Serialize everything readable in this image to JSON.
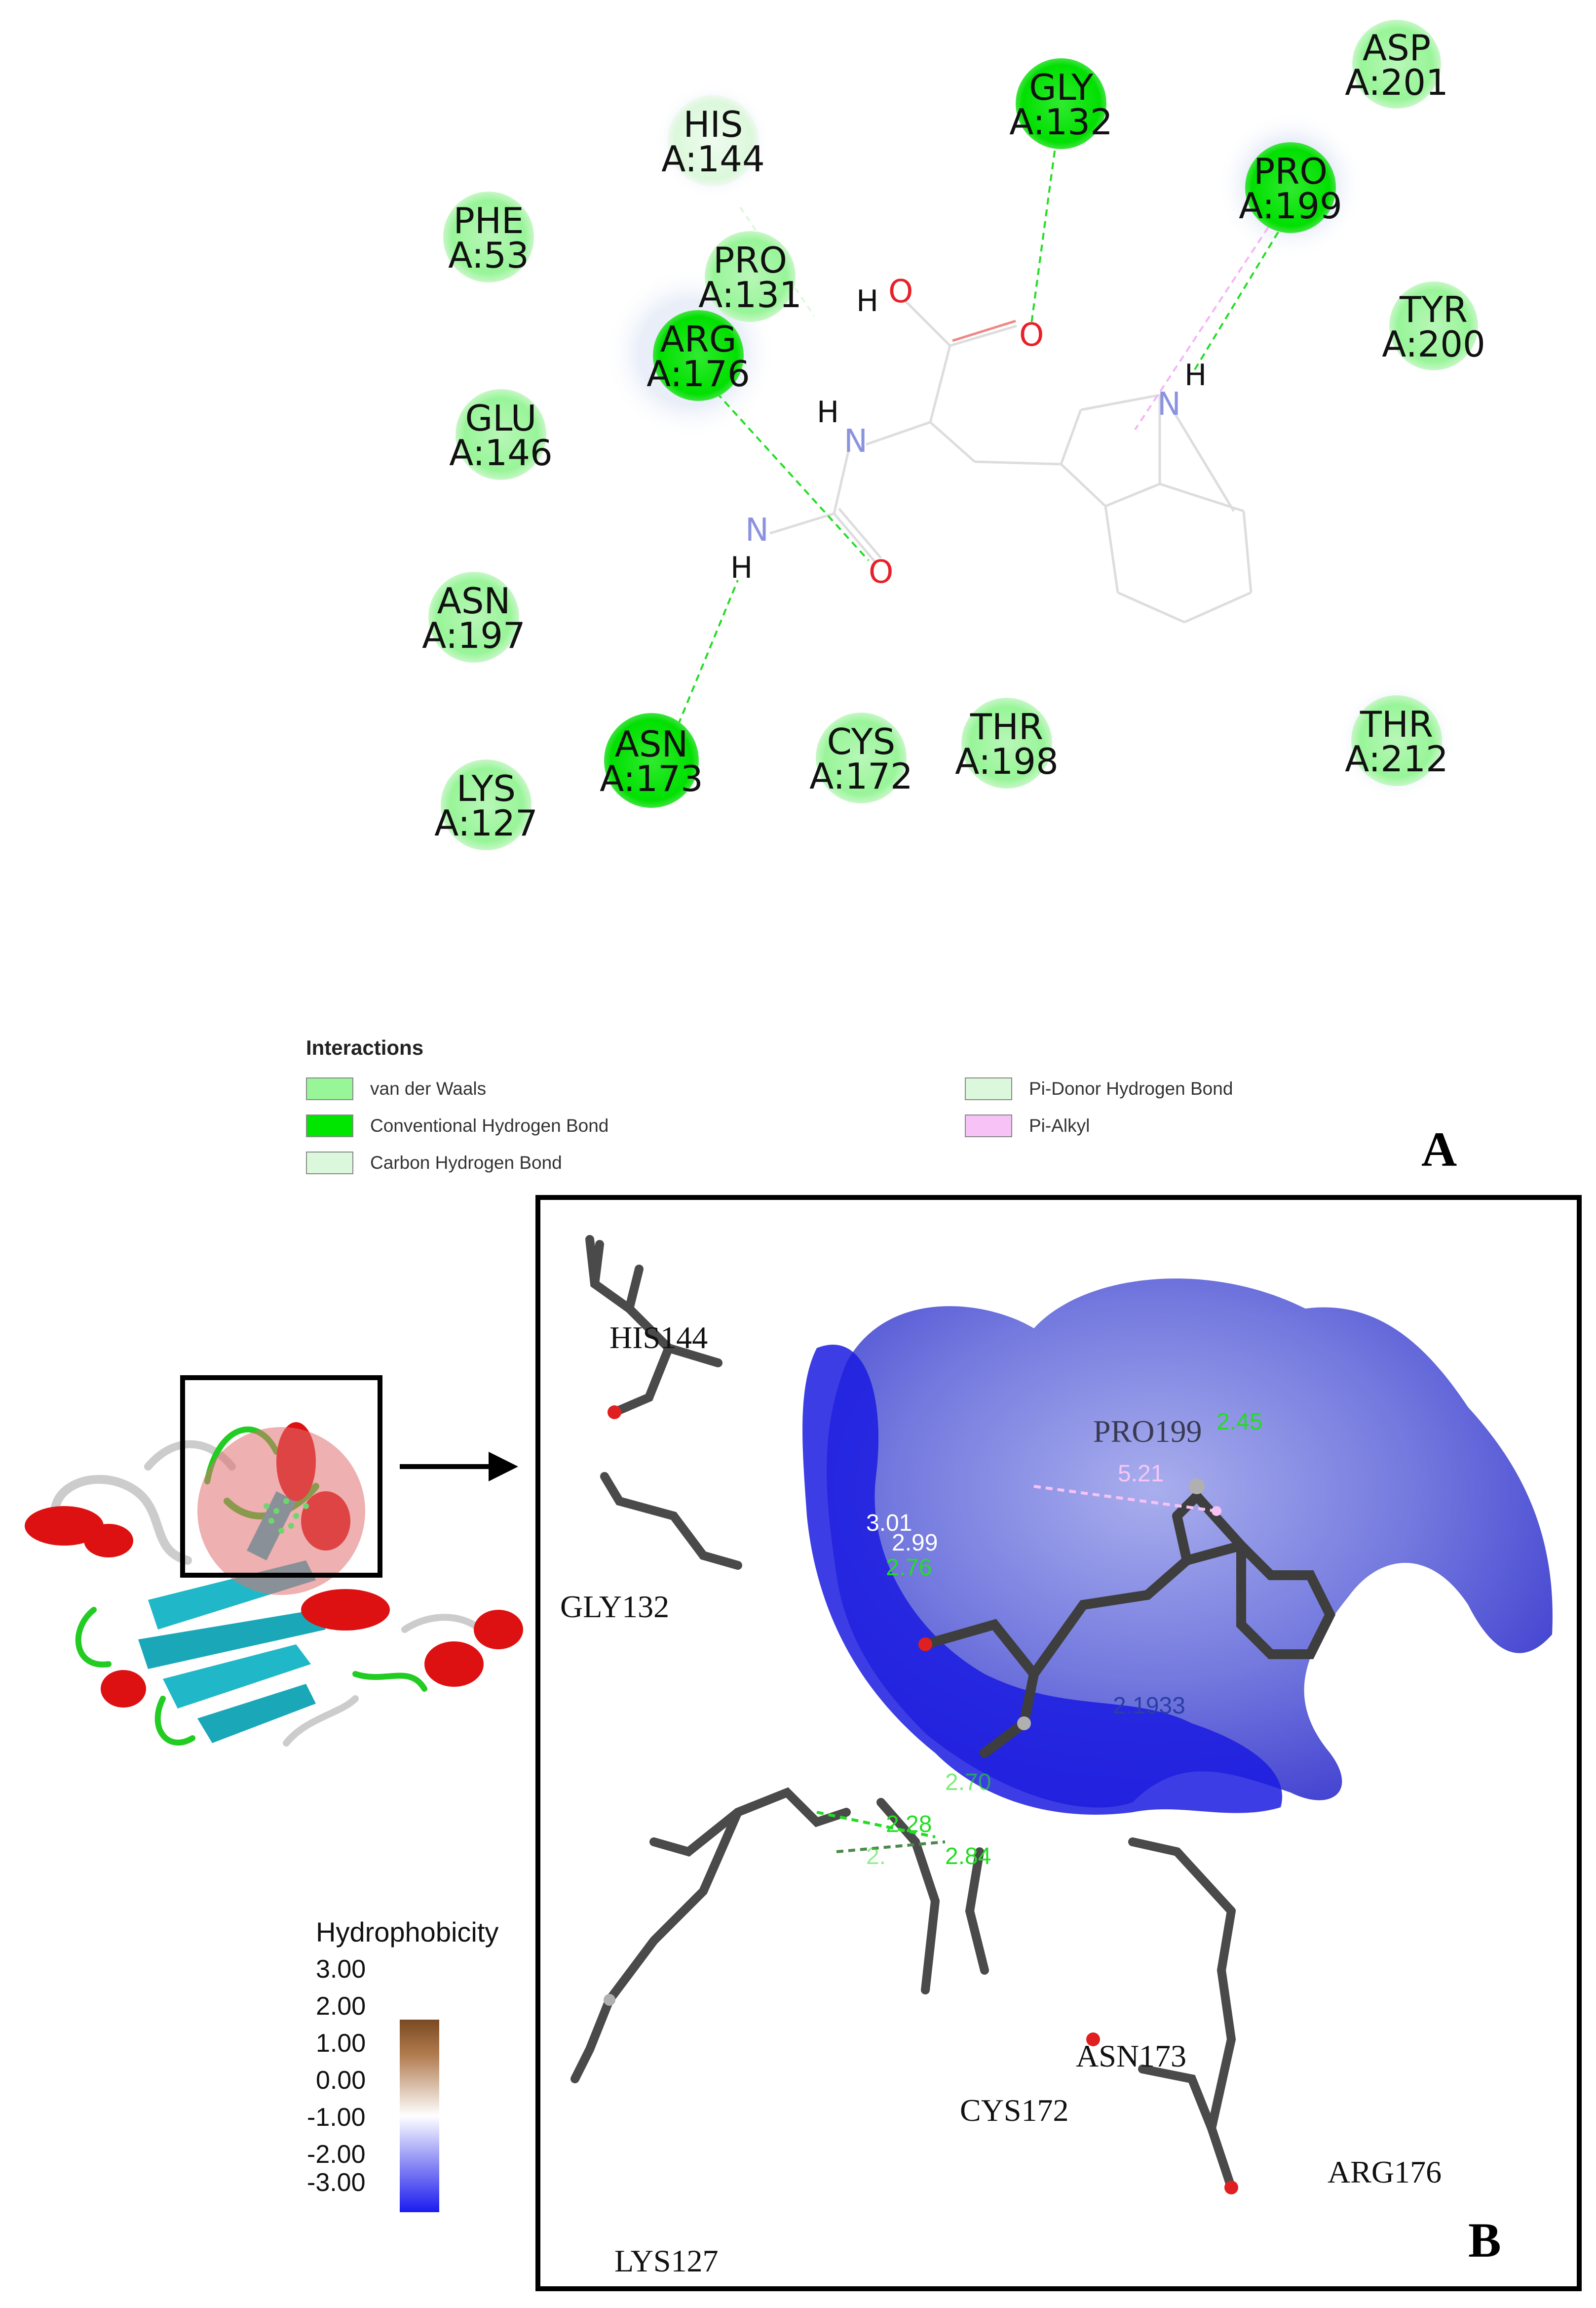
{
  "panel_a": {
    "residues": [
      {
        "id": "his144",
        "name": "HIS",
        "pos": "A:144",
        "type": "carbon"
      },
      {
        "id": "gly132",
        "name": "GLY",
        "pos": "A:132",
        "type": "conventional"
      },
      {
        "id": "asp201",
        "name": "ASP",
        "pos": "A:201",
        "type": "vdw"
      },
      {
        "id": "pro199",
        "name": "PRO",
        "pos": "A:199",
        "type": "conventional"
      },
      {
        "id": "phe53",
        "name": "PHE",
        "pos": "A:53",
        "type": "vdw"
      },
      {
        "id": "pro131",
        "name": "PRO",
        "pos": "A:131",
        "type": "vdw"
      },
      {
        "id": "arg176",
        "name": "ARG",
        "pos": "A:176",
        "type": "conventional"
      },
      {
        "id": "tyr200",
        "name": "TYR",
        "pos": "A:200",
        "type": "vdw"
      },
      {
        "id": "glu146",
        "name": "GLU",
        "pos": "A:146",
        "type": "vdw"
      },
      {
        "id": "asn197",
        "name": "ASN",
        "pos": "A:197",
        "type": "vdw"
      },
      {
        "id": "thr212",
        "name": "THR",
        "pos": "A:212",
        "type": "vdw"
      },
      {
        "id": "lys127",
        "name": "LYS",
        "pos": "A:127",
        "type": "vdw"
      },
      {
        "id": "asn173",
        "name": "ASN",
        "pos": "A:173",
        "type": "conventional"
      },
      {
        "id": "cys172",
        "name": "CYS",
        "pos": "A:172",
        "type": "vdw"
      },
      {
        "id": "thr198",
        "name": "THR",
        "pos": "A:198",
        "type": "vdw"
      }
    ],
    "atoms": {
      "O": "O",
      "N": "N",
      "H": "H"
    },
    "legend": {
      "title": "Interactions",
      "items": [
        {
          "label": "van der Waals",
          "color": "#98f598"
        },
        {
          "label": "Conventional Hydrogen Bond",
          "color": "#00e600"
        },
        {
          "label": "Carbon Hydrogen Bond",
          "color": "#dcf8dc"
        },
        {
          "label": "Pi-Donor Hydrogen Bond",
          "color": "#dcf8dc"
        },
        {
          "label": "Pi-Alkyl",
          "color": "#f7c3f7"
        }
      ]
    },
    "letter": "A"
  },
  "panel_b": {
    "letter": "B",
    "residue_labels": {
      "his144": "HIS144",
      "pro199": "PRO199",
      "gly132": "GLY132",
      "asn173": "ASN173",
      "cys172": "CYS172",
      "arg176": "ARG176",
      "lys127": "LYS127"
    },
    "distances": {
      "d_301": "3.01",
      "d_299": "2.99",
      "d_276": "2.76",
      "d_245": "2.45",
      "d_521": "5.21",
      "d_2193": "2.1933",
      "d_270": "2.70",
      "d_228": "2.28",
      "d_284": "2.84",
      "d_2x": "2."
    }
  },
  "hydrophobicity": {
    "title": "Hydrophobicity",
    "ticks": [
      "3.00",
      "2.00",
      "1.00",
      "0.00",
      "-1.00",
      "-2.00",
      "-3.00"
    ],
    "colors": {
      "high": "#7a4a22",
      "mid": "#ffffff",
      "low": "#1b1bf0"
    }
  },
  "colors": {
    "vdw": "#98f598",
    "conventional": "#00e600",
    "carbon": "#dcf8dc",
    "pi_alkyl": "#f7c3f7",
    "helix": "#dd1111",
    "sheet": "#20b8c8",
    "loop": "#cccccc",
    "turn": "#22cc22",
    "surface_blue": "#2a2ad8"
  }
}
